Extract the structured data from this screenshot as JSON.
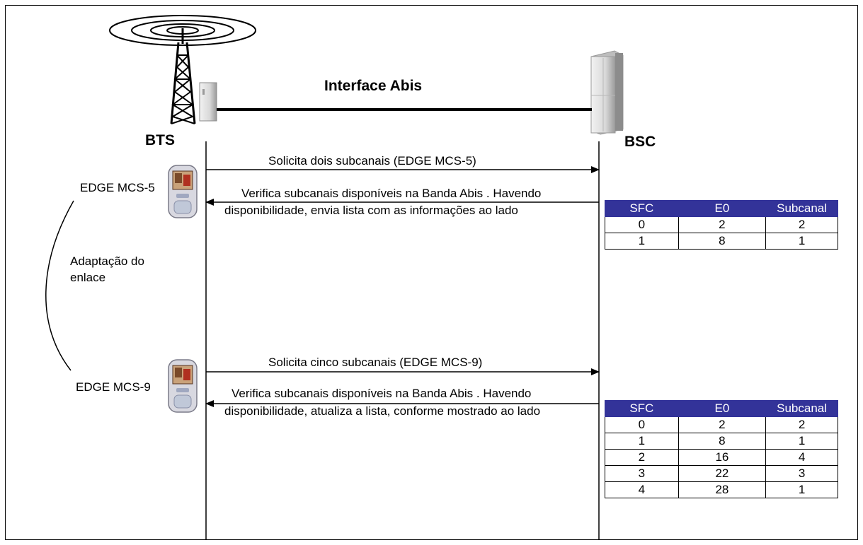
{
  "title": "Interface Abis",
  "bts_label": "BTS",
  "bsc_label": "BSC",
  "adaptation_label_line1": "Adaptação do",
  "adaptation_label_line2": "enlace",
  "phones": [
    {
      "label": "EDGE MCS-5"
    },
    {
      "label": "EDGE MCS-9"
    }
  ],
  "messages": [
    {
      "text": "Solicita  dois subcanais (EDGE MCS-5)",
      "direction": "to-bsc"
    },
    {
      "text_line1": "Verifica subcanais disponíveis na Banda Abis . Havendo",
      "text_line2": "disponibilidade, envia lista com as informações ao lado",
      "direction": "to-bts"
    },
    {
      "text": "Solicita cinco subcanais (EDGE MCS-9)",
      "direction": "to-bsc"
    },
    {
      "text_line1": "Verifica subcanais disponíveis na Banda Abis . Havendo",
      "text_line2": "disponibilidade, atualiza a lista, conforme mostrado ao lado",
      "direction": "to-bts"
    }
  ],
  "tables": [
    {
      "headers": [
        "SFC",
        "E0",
        "Subcanal"
      ],
      "rows": [
        [
          "0",
          "2",
          "2"
        ],
        [
          "1",
          "8",
          "1"
        ]
      ]
    },
    {
      "headers": [
        "SFC",
        "E0",
        "Subcanal"
      ],
      "rows": [
        [
          "0",
          "2",
          "2"
        ],
        [
          "1",
          "8",
          "1"
        ],
        [
          "2",
          "16",
          "4"
        ],
        [
          "3",
          "22",
          "3"
        ],
        [
          "4",
          "28",
          "1"
        ]
      ]
    }
  ],
  "colors": {
    "table_header_bg": "#333399",
    "table_header_text": "#ffffff",
    "line": "#000000"
  },
  "icons": [
    "antenna-tower-icon",
    "bts-cabinet-icon",
    "bsc-cabinet-icon",
    "mobile-phone-icon"
  ]
}
